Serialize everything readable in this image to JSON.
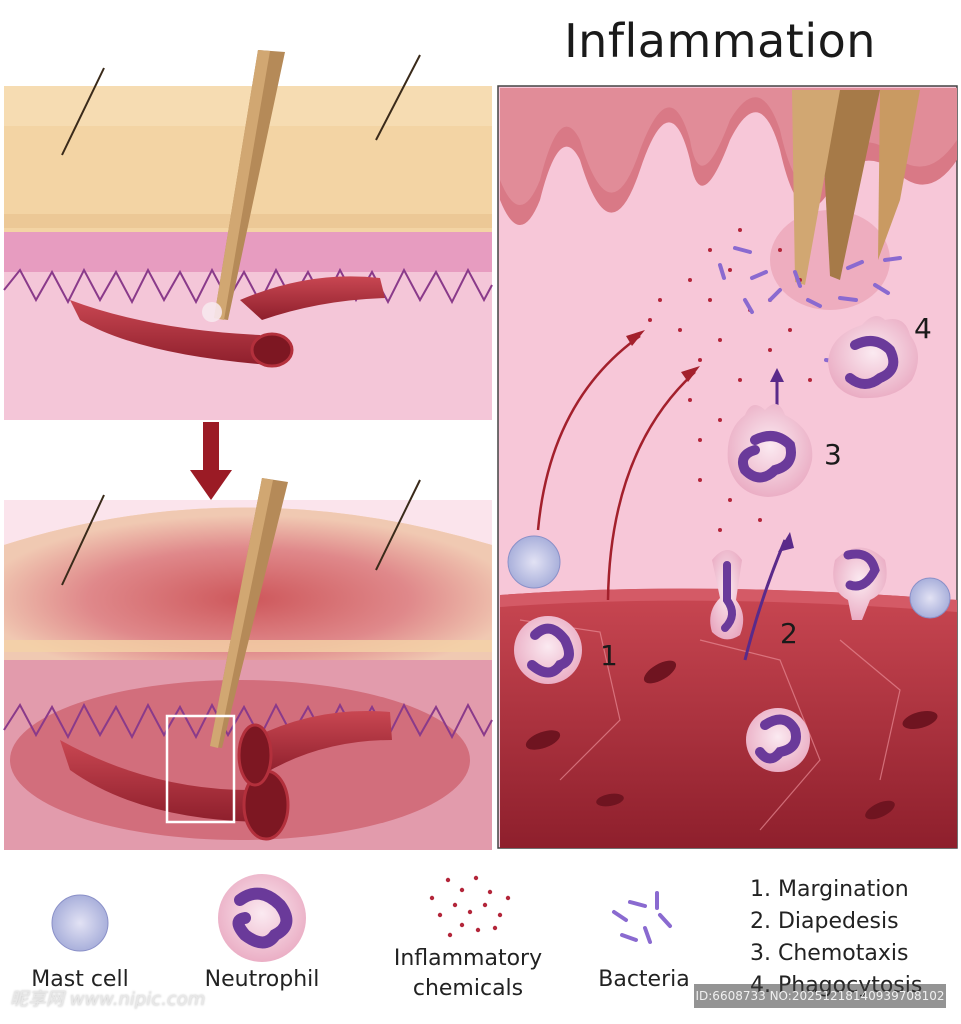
{
  "title": "Inflammation",
  "step_numbers": [
    "1",
    "2",
    "3",
    "4"
  ],
  "legend": {
    "mast_cell": "Mast cell",
    "neutrophil": "Neutrophil",
    "inflammatory_chemicals_line1": "Inflammatory",
    "inflammatory_chemicals_line2": "chemicals",
    "bacteria": "Bacteria"
  },
  "steps": [
    "1. Margination",
    "2. Diapedesis",
    "3. Chemotaxis",
    "4. Phagocytosis"
  ],
  "watermark": {
    "left": "昵享网 www.nipic.com",
    "right": "ID:6608733 NO:20251218140939708102"
  },
  "colors": {
    "skin": "#f3d4a4",
    "dermis": "#f4c6d8",
    "vessel": "#b3303c",
    "neutrophil_nucleus": "#6a3a9a",
    "arrow": "#8b1a24",
    "bacteria": "#8a6ad0"
  }
}
